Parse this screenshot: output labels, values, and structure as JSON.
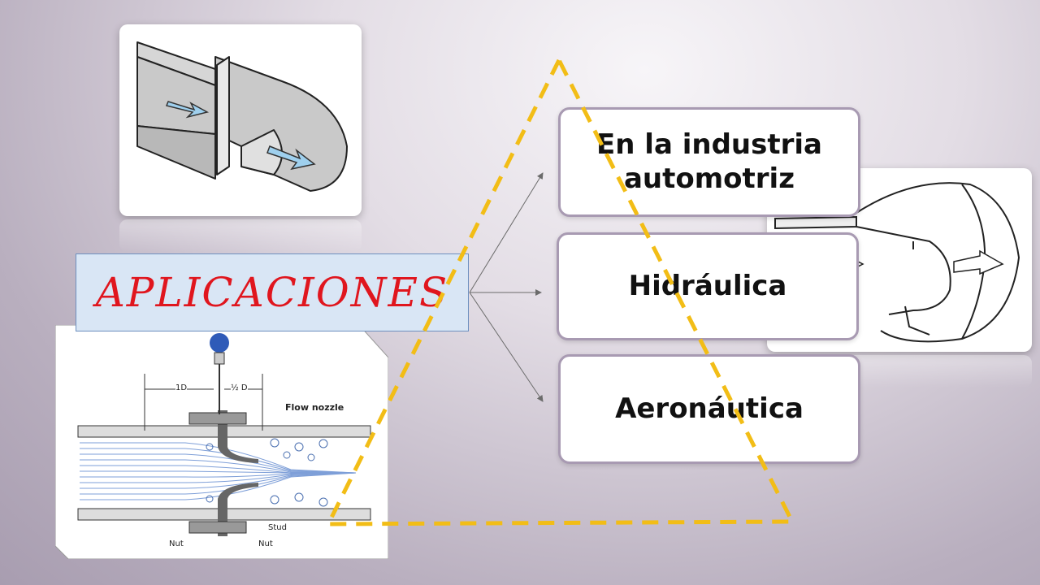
{
  "title": "APLICACIONES",
  "applications": [
    {
      "label": "En la industria automotriz"
    },
    {
      "label": "Hidráulica"
    },
    {
      "label": "Aeronáutica"
    }
  ],
  "nozzle_diagram": {
    "caption": "Flow nozzle",
    "dim_1": "1D",
    "dim_2": "½ D",
    "stud_label": "Stud",
    "nut_left": "Nut",
    "nut_right": "Nut"
  },
  "colors": {
    "title": "#e0161e",
    "triangle": "#f2bd16",
    "box_border": "#a89ab2",
    "flow_arrow": "#9fd0ee"
  }
}
